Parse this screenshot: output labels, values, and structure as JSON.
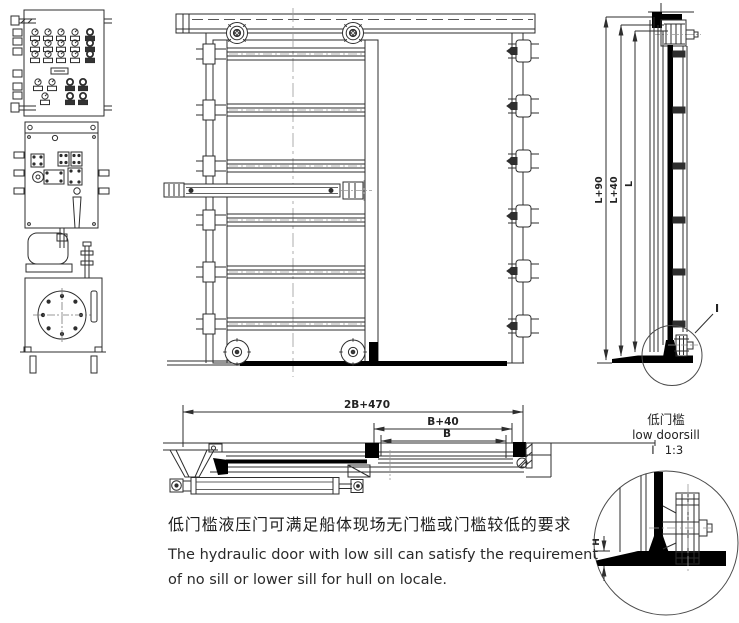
{
  "drawing": {
    "side_view": {
      "dim_outer": "L+90",
      "dim_mid": "L+40",
      "dim_inner": "L",
      "detail_marker": "I"
    },
    "plan_view": {
      "dim_outer": "2B+470",
      "dim_mid": "B+40",
      "dim_inner": "B"
    },
    "detail_view": {
      "dim_height": "H",
      "title_zh": "低门槛",
      "title_en": "low doorsill",
      "ref": "I",
      "scale": "1:3"
    },
    "caption": {
      "zh": "低门槛液压门可满足船体现场无门槛或门槛较低的要求",
      "en_line1": "The hydraulic door with low sill can satisfy the requirement",
      "en_line2": "of no sill or lower sill for hull on locale."
    },
    "colors": {
      "line": "#2e2e2e",
      "black": "#000000",
      "centerline": "#999999",
      "background": "#ffffff"
    }
  }
}
